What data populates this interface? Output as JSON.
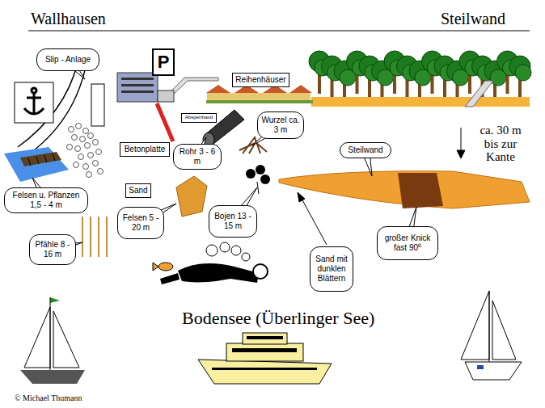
{
  "diagram": {
    "nodes": [
      {
        "text": [
          "Slip - Anlage"
        ]
      },
      {
        "text": [
          "P"
        ]
      },
      {
        "text": [
          "Reihenhäuser"
        ]
      },
      {
        "text": [
          "Absperrband"
        ]
      },
      {
        "text": [
          "Betonplatte"
        ]
      },
      {
        "text": [
          "Rohr 3 - 6 m"
        ]
      },
      {
        "text": [
          "Wurzel ca. 3 m"
        ]
      },
      {
        "text": [
          "Steilwand"
        ]
      },
      {
        "text": [
          "Sand"
        ]
      },
      {
        "text": [
          "Felsen u. Pflanzen 1,5 - 4 m"
        ]
      },
      {
        "text": [
          "Felsen 5 - 20 m"
        ]
      },
      {
        "text": [
          "Bojen 13 - 15 m"
        ]
      },
      {
        "text": [
          "Pfähle 8 - 16 m"
        ]
      },
      {
        "text": [
          "Sand mit dunklen Blättern"
        ]
      },
      {
        "text": [
          "großer Knick fast 90⁰"
        ]
      }
    ],
    "labels": [
      "Wallhausen",
      "Steilwand",
      "ca. 30 m bis zur Kante",
      "Bodensee (Überlinger See)",
      "© Michael Thumann"
    ]
  }
}
